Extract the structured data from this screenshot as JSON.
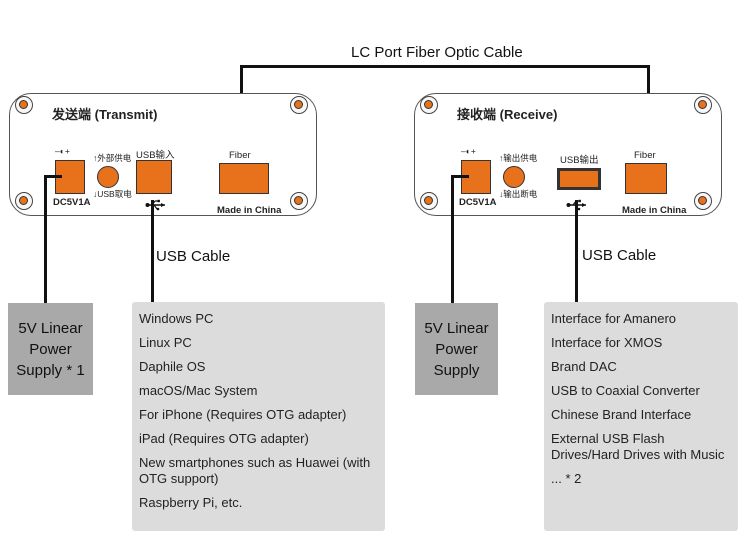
{
  "cable_top": {
    "label": "LC Port Fiber Optic Cable"
  },
  "transmit": {
    "title": "发送端 (Transmit)",
    "dc_label": "DC5V1A",
    "dc_polarity": "–◐+",
    "power_up": "↑外部供电",
    "power_down": "↓USB取电",
    "usb_label": "USB输入",
    "fiber_label": "Fiber",
    "made_in": "Made in China"
  },
  "receive": {
    "title": "接收端 (Receive)",
    "dc_label": "DC5V1A",
    "dc_polarity": "–◐+",
    "power_up": "↑输出供电",
    "power_down": "↓输出断电",
    "usb_label": "USB输出",
    "fiber_label": "Fiber",
    "made_in": "Made in China"
  },
  "usb_cable_left": "USB Cable",
  "usb_cable_right": "USB Cable",
  "psu_left": {
    "lines": [
      "5V Linear",
      "Power",
      "Supply * 1"
    ]
  },
  "psu_right": {
    "lines": [
      "5V Linear",
      "Power",
      "Supply"
    ]
  },
  "left_list": {
    "items": [
      "Windows PC",
      "Linux PC",
      "Daphile OS",
      "macOS/Mac System",
      "For iPhone (Requires OTG adapter)",
      "iPad (Requires OTG adapter)",
      "New smartphones such as Huawei (with OTG support)",
      "Raspberry Pi, etc."
    ]
  },
  "right_list": {
    "items": [
      "Interface for Amanero",
      "Interface for XMOS",
      "Brand DAC",
      "USB to Coaxial Converter",
      "Chinese Brand Interface",
      "External USB Flash Drives/Hard Drives with Music",
      "... * 2"
    ]
  },
  "colors": {
    "accent": "#e8711c",
    "psu_box": "#a9a9a9",
    "list_box": "#dcdcdc"
  },
  "icons": {
    "usb": "usb-icon",
    "dc_polarity": "dc-polarity-icon",
    "screw": "screw-icon"
  }
}
